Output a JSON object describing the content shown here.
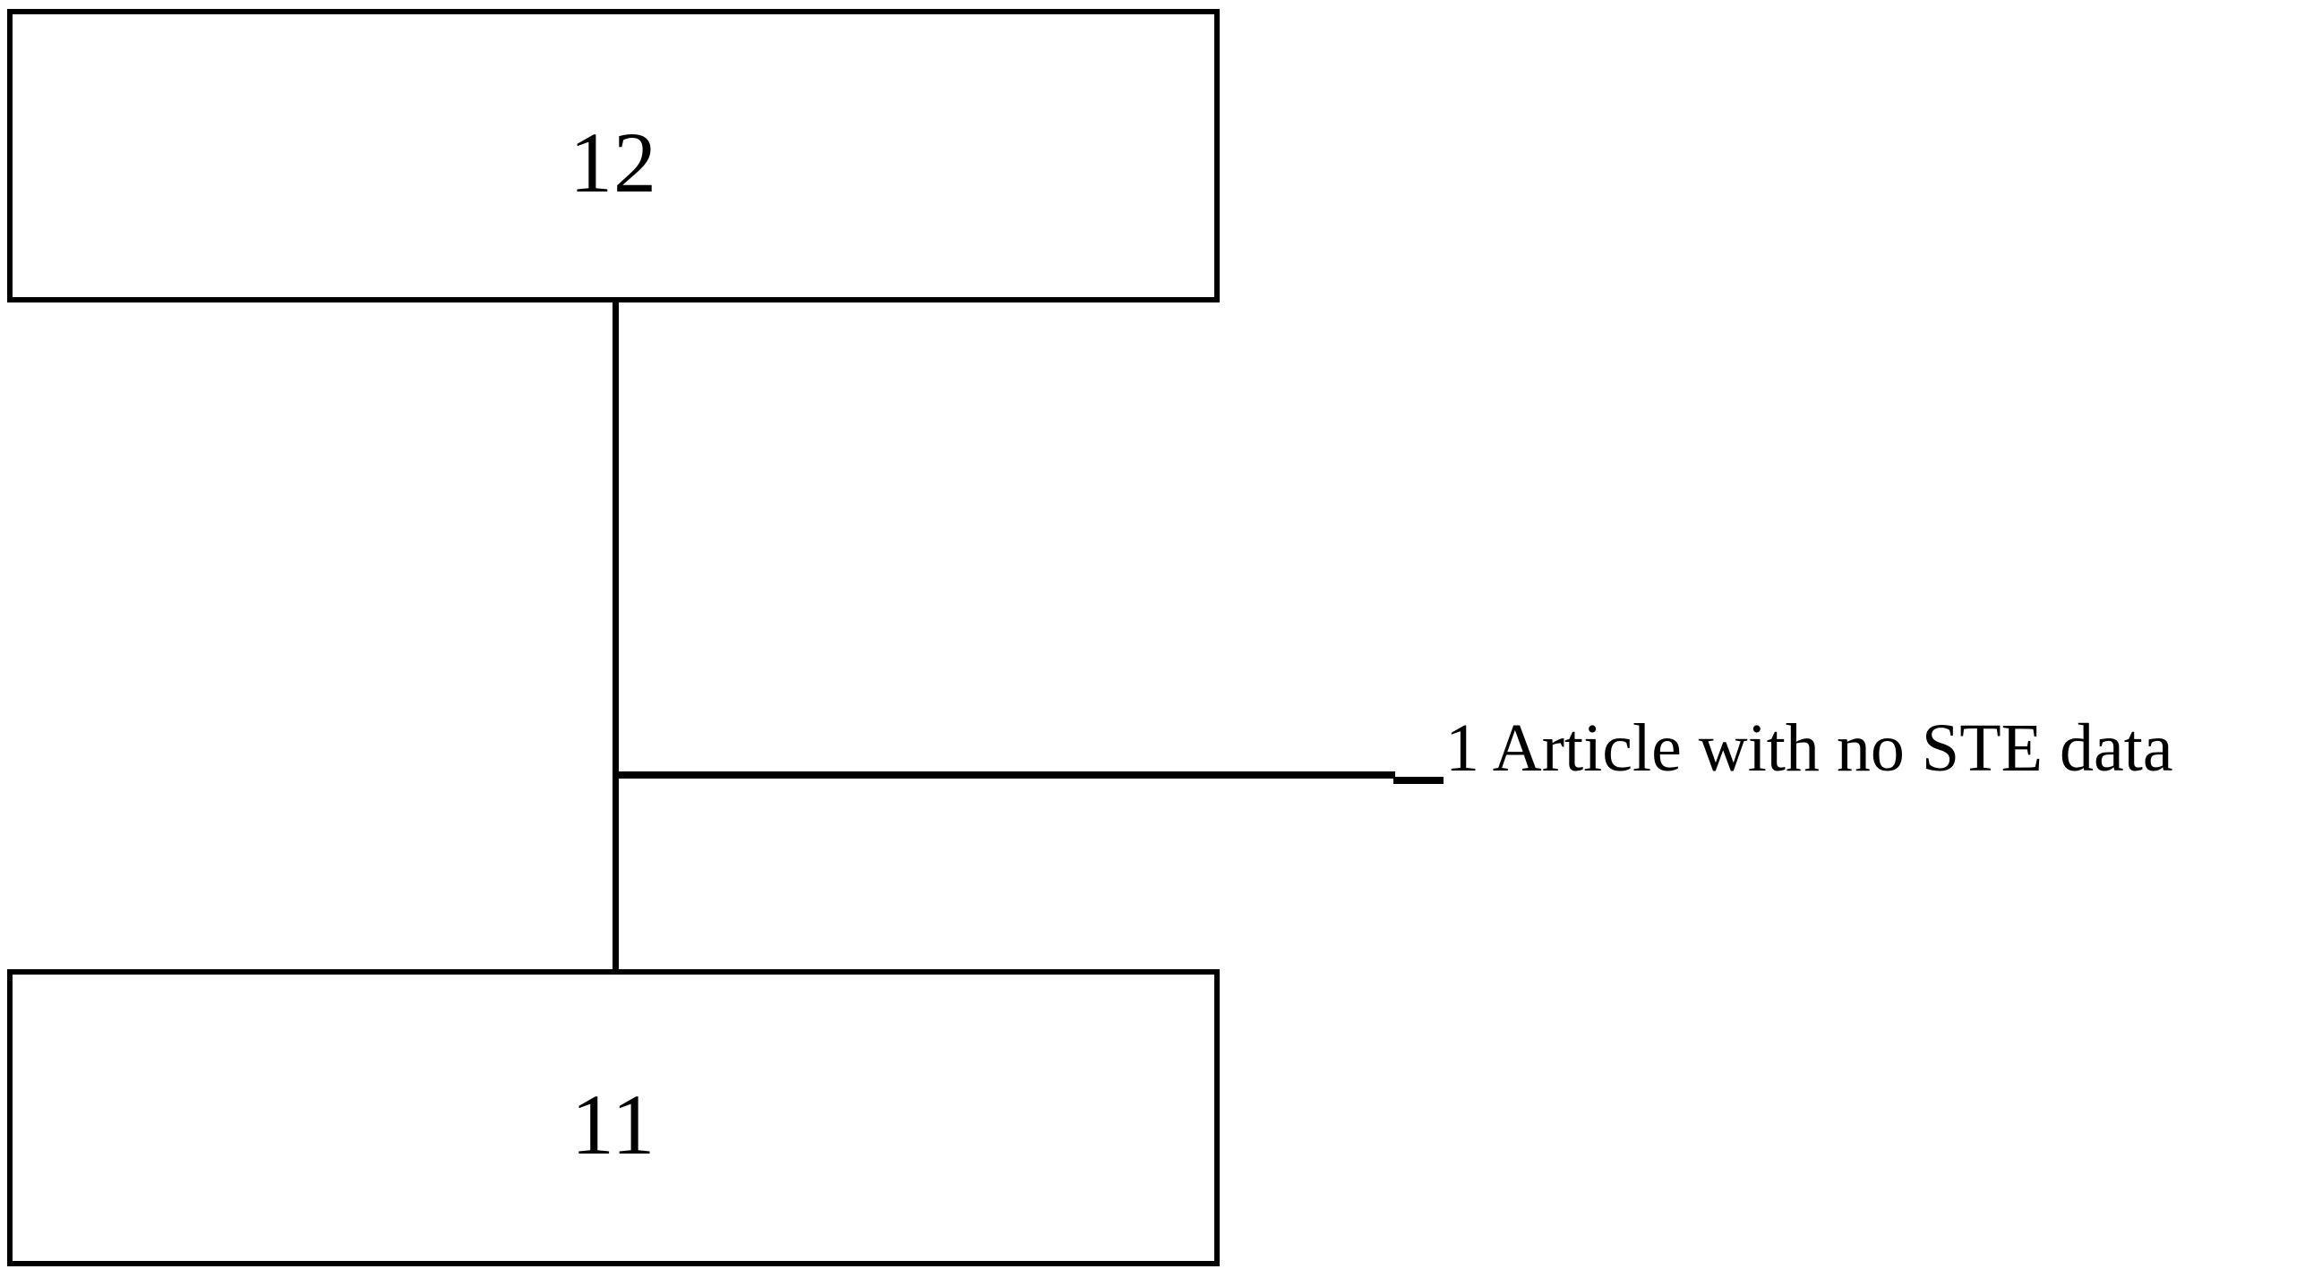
{
  "diagram": {
    "type": "flow-diagram",
    "background_color": "#ffffff",
    "stroke_color": "#000000",
    "boxes": [
      {
        "id": "box-12",
        "label": "12",
        "position": "top"
      },
      {
        "id": "box-11",
        "label": "11",
        "position": "bottom"
      }
    ],
    "annotations": [
      {
        "id": "exclusion-note",
        "text": "1 Article with no STE data",
        "attached_to": "connector-between-12-and-11"
      }
    ],
    "connectors": [
      {
        "id": "vertical-connector",
        "from": "box-12",
        "to": "box-11",
        "orientation": "vertical"
      },
      {
        "id": "leader-line",
        "from": "vertical-connector",
        "to": "exclusion-note",
        "orientation": "horizontal"
      }
    ]
  }
}
